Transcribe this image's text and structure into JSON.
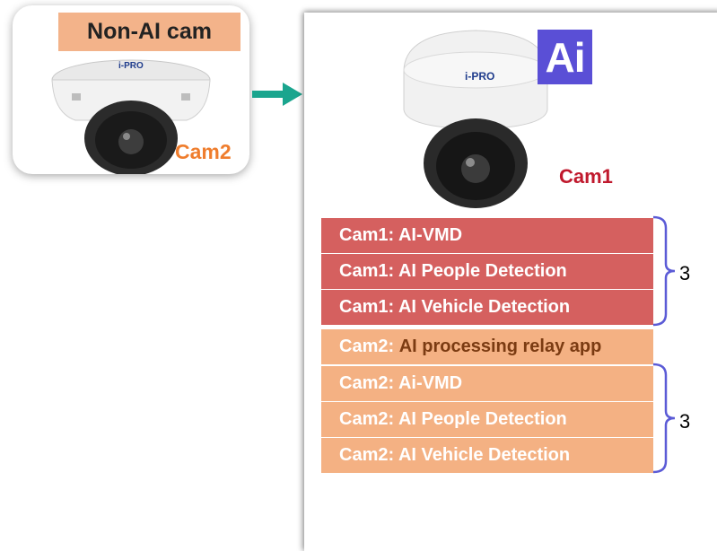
{
  "left_card": {
    "title": "Non-AI cam",
    "brand": "i-PRO",
    "camera_label": "Cam2"
  },
  "right_panel": {
    "brand": "i-PRO",
    "ai_badge": "Ai",
    "camera_label": "Cam1"
  },
  "rows": [
    {
      "text": "Cam1: AI-VMD",
      "group": "cam1"
    },
    {
      "text": "Cam1: AI People Detection",
      "group": "cam1"
    },
    {
      "text": "Cam1: AI Vehicle Detection",
      "group": "cam1"
    },
    {
      "prefix": "Cam2: ",
      "text": "AI processing relay app",
      "group": "relay"
    },
    {
      "text": "Cam2: Ai-VMD",
      "group": "cam2"
    },
    {
      "text": "Cam2: AI People Detection",
      "group": "cam2"
    },
    {
      "text": "Cam2: AI Vehicle Detection",
      "group": "cam2"
    }
  ],
  "braces": [
    {
      "label": "3",
      "group": "cam1"
    },
    {
      "label": "3",
      "group": "cam2"
    }
  ],
  "colors": {
    "cam1_row": "#d5605f",
    "cam2_row": "#f4b183",
    "arrow": "#1aa58e",
    "brace": "#5b5bd6",
    "ai_badge": "#5a4fd6"
  }
}
